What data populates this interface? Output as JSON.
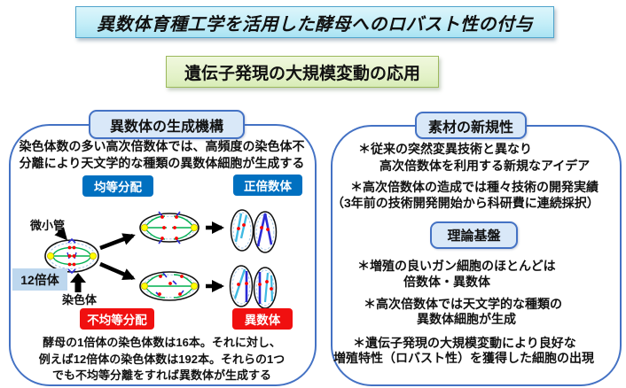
{
  "slide": {
    "title": "異数体育種工学を活用した酵母へのロバスト性の付与",
    "subtitle": "遺伝子発現の大規模変動の応用"
  },
  "left_panel": {
    "title": "異数体の生成機構",
    "intro_line1": "染色体数の多い高次倍数体では、高頻度の染色体不",
    "intro_line2": "分離により天文学的な種類の異数体細胞が生成する",
    "label_equal": "均等分配",
    "label_euploid": "正倍数体",
    "label_unequal": "不均等分配",
    "label_aneuploid": "異数体",
    "label_microtubule": "微小管",
    "label_ploidy": "12倍体",
    "label_chromosome": "染色体",
    "footer_line1": "酵母の1倍体の染色体数は16本。それに対し、",
    "footer_line2": "例えば12倍体の染色体数は192本。それらの1つ",
    "footer_line3": "でも不均等分離をすれば異数体が生成する"
  },
  "right_panel": {
    "title": "素材の新規性",
    "bullet1_line1": "＊従来の突然変異技術と異なり",
    "bullet1_line2": "高次倍数体を利用する新規なアイデア",
    "bullet2_line1": "＊高次倍数体の造成では種々技術の開発実績",
    "bullet2_line2": "（3年前の技術開発開始から科研費に連続採択）",
    "theory_title": "理論基盤",
    "bullet3_line1": "＊増殖の良いガン細胞のほとんどは",
    "bullet3_line2": "倍数体・異数体",
    "bullet4_line1": "＊高次倍数体では天文学的な種類の",
    "bullet4_line2": "異数体細胞が生成",
    "bullet5_line1": "＊遺伝子発現の大規模変動により良好な",
    "bullet5_line2": "増殖特性（ロバスト性）を獲得した細胞の出現"
  },
  "colors": {
    "title_bg": "#c4eef8",
    "title_border": "#4fa3cb",
    "subtitle_bg": "#e2f1c6",
    "subtitle_border": "#9cb95c",
    "panel_border": "#4472c4",
    "section_chip_bg": "#d9e8f8",
    "blue_label_bg": "#0070c0",
    "red_label_bg": "#f01010",
    "ploidy_label_bg": "#bdd7ee",
    "spindle_green": "#00b050",
    "pole_yellow": "#ffff00",
    "centromere_red": "#ff0000",
    "chromosome_cyan": "#3fb9e2",
    "chromosome_blue": "#2b2bd5"
  }
}
